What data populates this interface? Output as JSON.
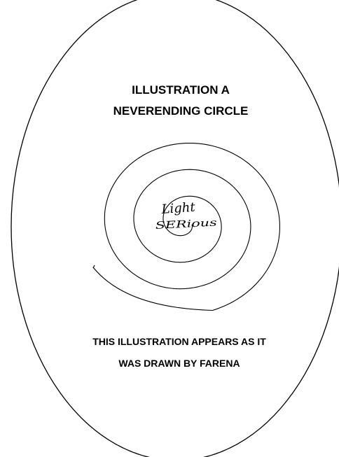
{
  "title": {
    "line1": "ILLUSTRATION A",
    "line2": "NEVERENDING CIRCLE"
  },
  "spiral_labels": {
    "top": "Light",
    "bottom": "SERious"
  },
  "caption": {
    "line1": "THIS ILLUSTRATION APPEARS AS IT",
    "line2": "WAS DRAWN BY FARENA"
  },
  "colors": {
    "ink": "#000000",
    "background": "#ffffff"
  }
}
